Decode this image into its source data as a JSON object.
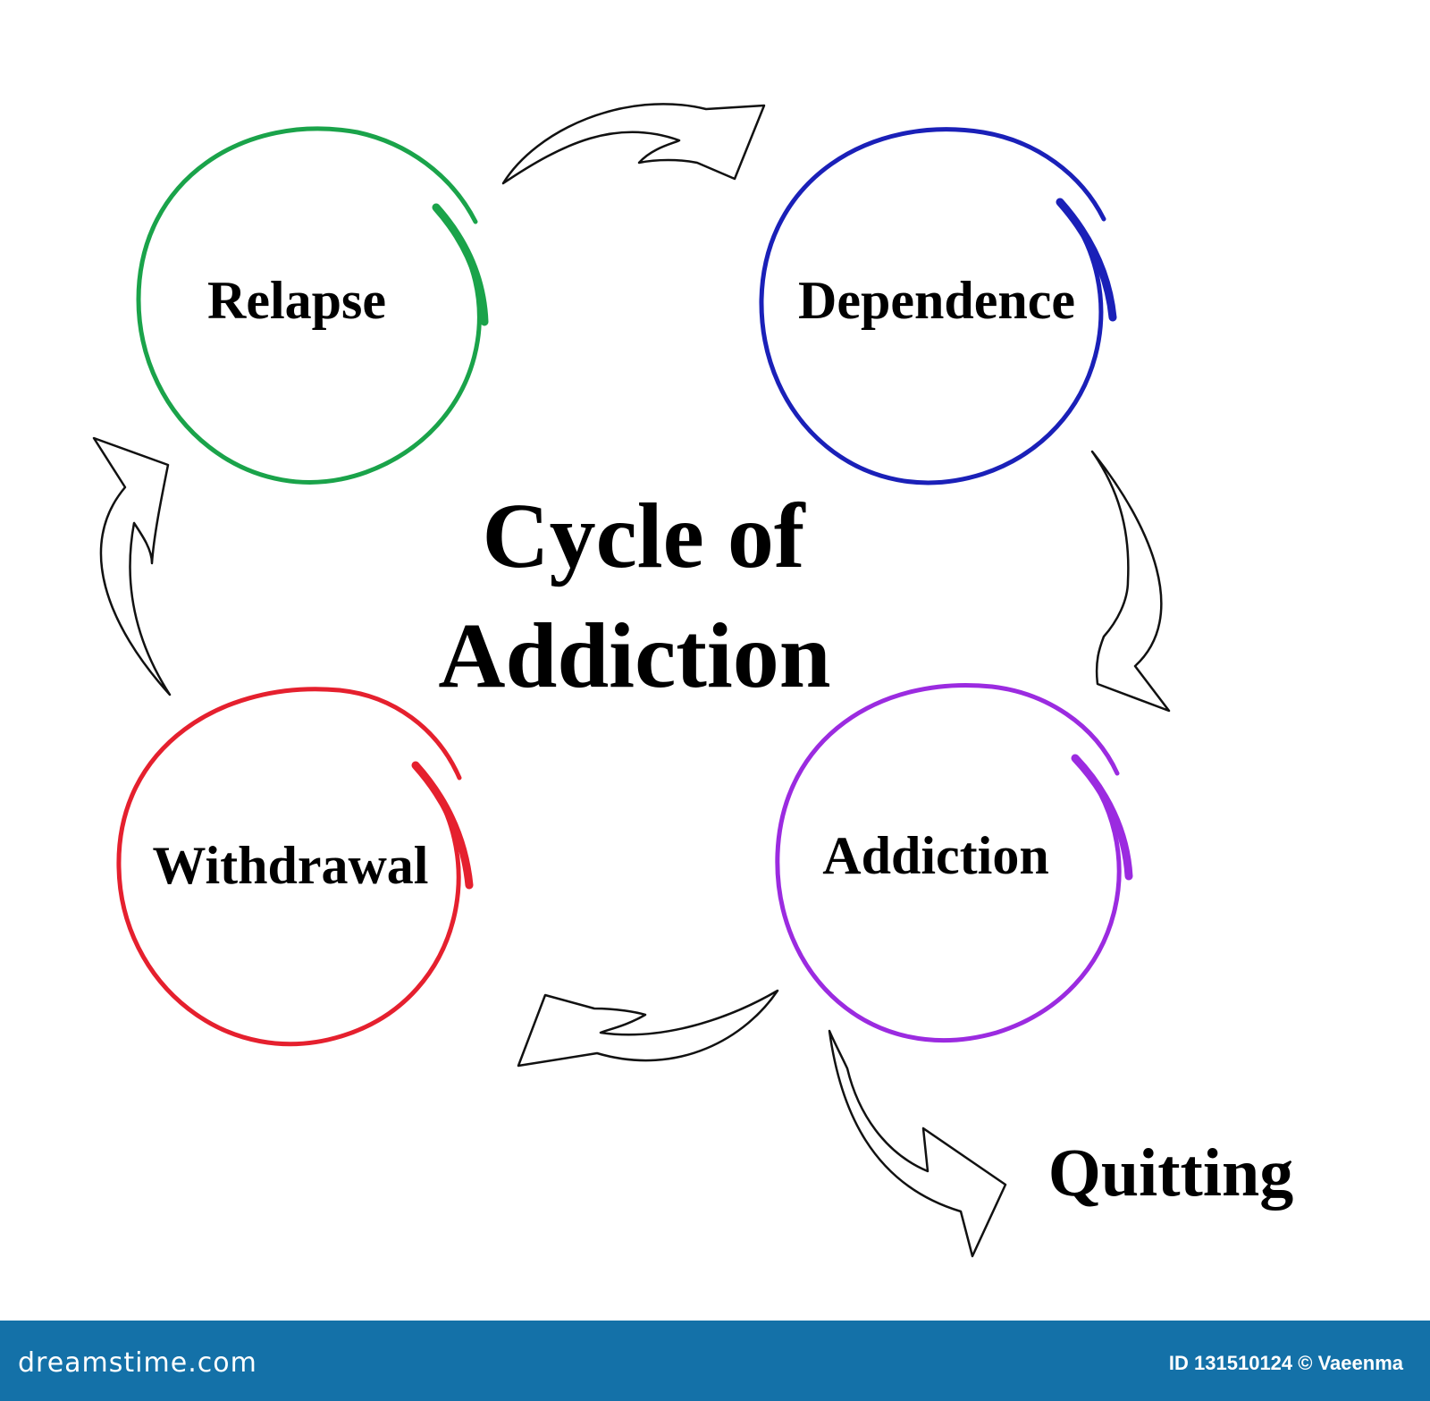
{
  "diagram": {
    "title_lines": [
      "Cycle of",
      "Addiction"
    ],
    "nodes": [
      {
        "label": "Relapse",
        "color": "#1aa34a"
      },
      {
        "label": "Dependence",
        "color": "#1a20b8"
      },
      {
        "label": "Addiction",
        "color": "#9b2be0"
      },
      {
        "label": "Withdrawal",
        "color": "#e5202e"
      }
    ],
    "exit_label": "Quitting",
    "flow": [
      {
        "from": "Relapse",
        "to": "Dependence"
      },
      {
        "from": "Dependence",
        "to": "Addiction"
      },
      {
        "from": "Addiction",
        "to": "Withdrawal"
      },
      {
        "from": "Withdrawal",
        "to": "Relapse"
      },
      {
        "from": "Addiction",
        "to": "Quitting"
      }
    ]
  },
  "footer": {
    "brand": "dreamstime.com",
    "credit": "ID 131510124 © Vaeenma",
    "background_color": "#1471a8",
    "text_color": "#ffffff"
  }
}
